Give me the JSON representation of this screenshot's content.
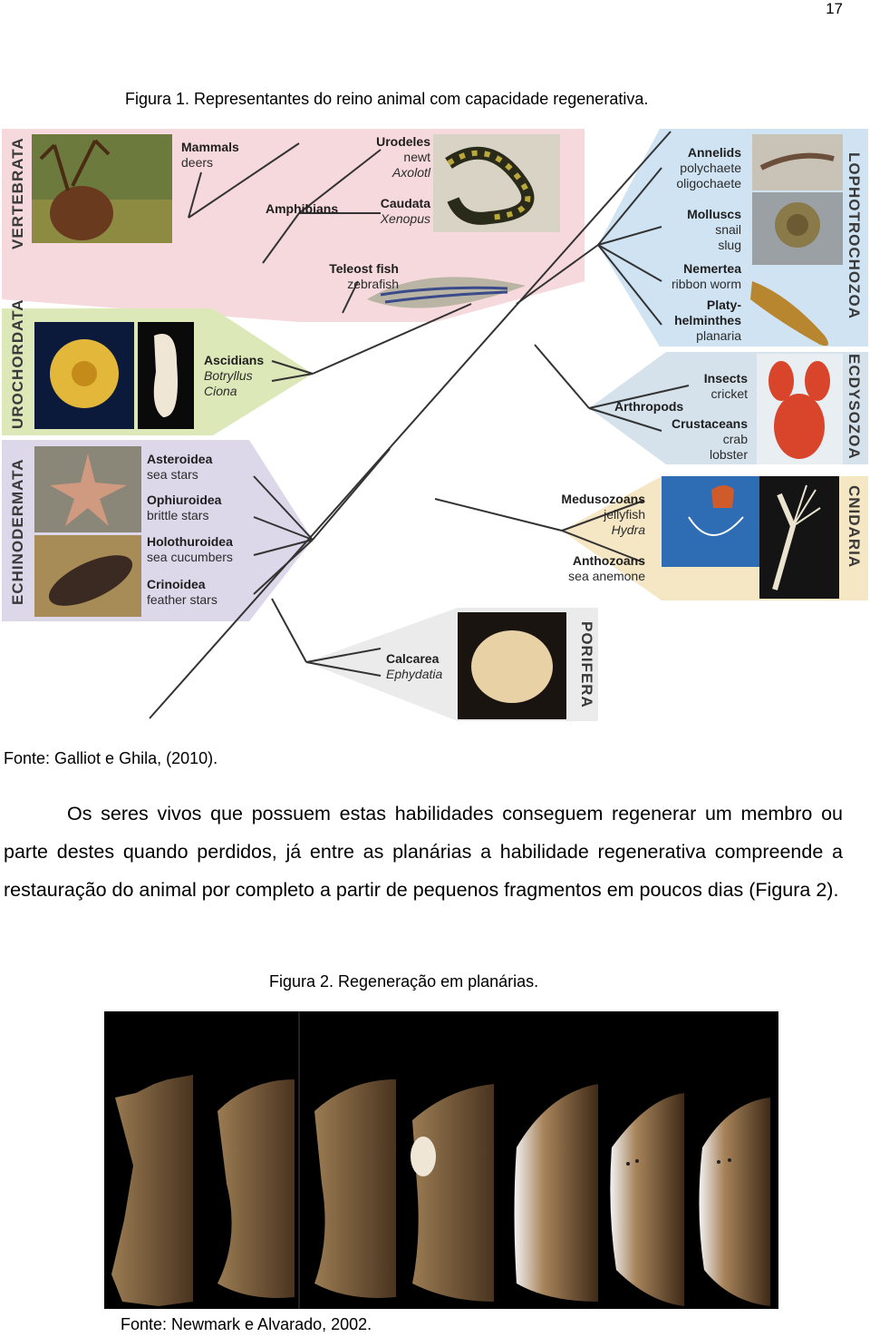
{
  "page_number": "17",
  "figure1": {
    "caption": "Figura 1. Representantes do reino animal com capacidade regenerativa.",
    "source": "Fonte: Galliot e Ghila, (2010).",
    "groups": {
      "vertebrata": "VERTEBRATA",
      "urochordata": "UROCHORDATA",
      "echinodermata": "ECHINODERMATA",
      "lophotrochozoa": "LOPHOTROCHOZOA",
      "ecdysozoa": "ECDYSOZOA",
      "cnidaria": "CNIDARIA",
      "porifera": "PORIFERA"
    },
    "labels": {
      "mammals": "Mammals",
      "deers": "deers",
      "urodeles": "Urodeles",
      "newt": "newt",
      "axolotl": "Axolotl",
      "amphibians": "Amphibians",
      "caudata": "Caudata",
      "xenopus": "Xenopus",
      "teleost": "Teleost fish",
      "zebrafish": "zebrafish",
      "ascidians": "Ascidians",
      "botryllus": "Botryllus",
      "ciona": "Ciona",
      "asteroidea": "Asteroidea",
      "sea_stars": "sea stars",
      "ophiuroidea": "Ophiuroidea",
      "brittle_stars": "brittle stars",
      "holothuroidea": "Holothuroidea",
      "sea_cucumbers": "sea cucumbers",
      "crinoidea": "Crinoidea",
      "feather_stars": "feather stars",
      "annelids": "Annelids",
      "polychaete": "polychaete",
      "oligochaete": "oligochaete",
      "molluscs": "Molluscs",
      "snail": "snail",
      "slug": "slug",
      "nemertea": "Nemertea",
      "ribbon_worm": "ribbon worm",
      "platy": "Platy-",
      "helminthes": "helminthes",
      "planaria": "planaria",
      "insects": "Insects",
      "cricket": "cricket",
      "arthropods": "Arthropods",
      "crustaceans": "Crustaceans",
      "crab": "crab",
      "lobster": "lobster",
      "medusozoans": "Medusozoans",
      "jellyfish": "jellyfish",
      "hydra": "Hydra",
      "anthozoans": "Anthozoans",
      "sea_anemone": "sea anemone",
      "calcarea": "Calcarea",
      "ephydatia": "Ephydatia"
    }
  },
  "paragraph": "Os seres vivos que possuem estas habilidades conseguem regenerar um membro ou parte destes quando perdidos, já entre as planárias a habilidade regenerativa compreende a restauração do animal por completo a partir de pequenos fragmentos em poucos dias (Figura 2).",
  "figure2": {
    "caption": "Figura 2. Regeneração em planárias.",
    "source": "Fonte: Newmark e Alvarado, 2002."
  },
  "colors": {
    "vertebrata_band": "#f6d9dc",
    "urochordata_band": "#dde8b8",
    "echinodermata_band": "#dcd8ea",
    "lophotrochozoa_band": "#cfe3f3",
    "ecdysozoa_band": "#d8e4ee",
    "cnidaria_band": "#f5e6c4",
    "porifera_band": "#ececec",
    "tree_line": "#333333"
  }
}
